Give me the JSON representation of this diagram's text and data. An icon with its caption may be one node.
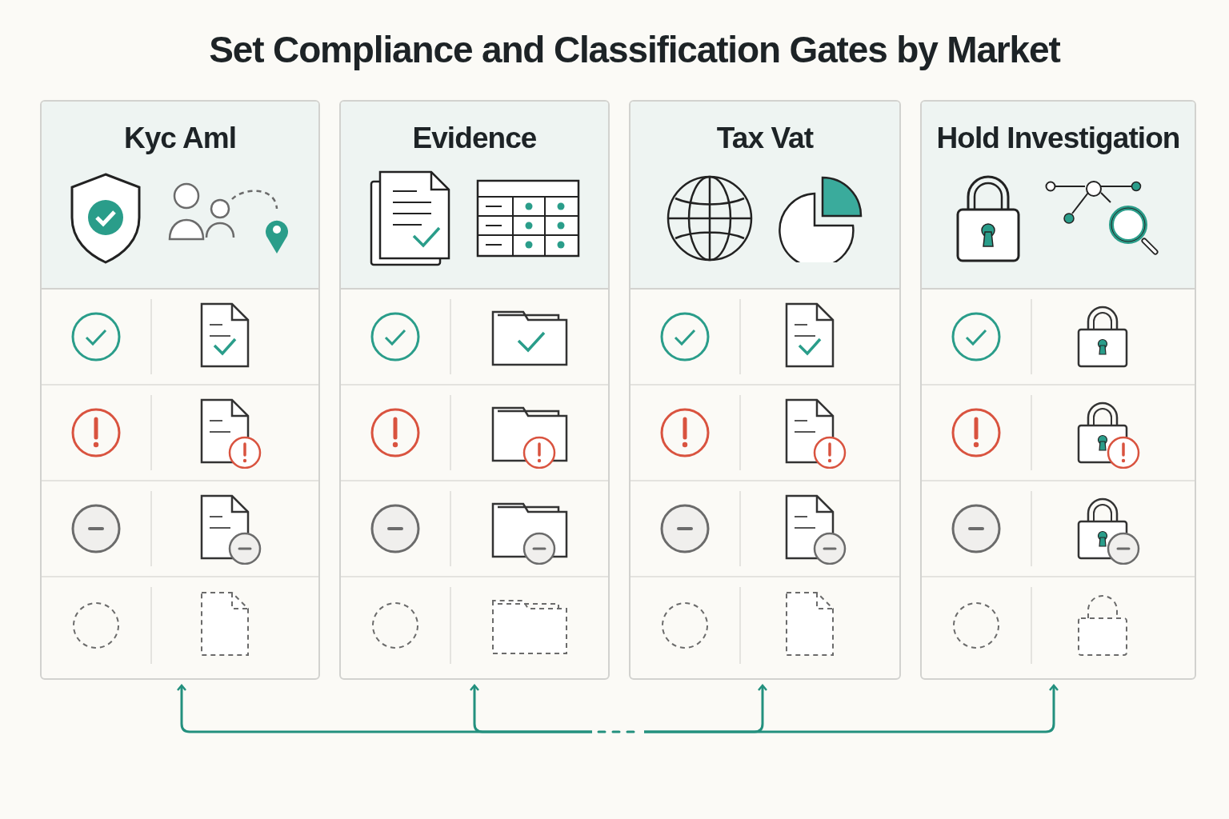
{
  "diagram": {
    "title": "Set Compliance and Classification Gates by Market",
    "nodes": [
      {
        "text": [
          "Kyc Aml"
        ]
      },
      {
        "text": [
          "Evidence"
        ]
      },
      {
        "text": [
          "Tax Vat"
        ]
      },
      {
        "text": [
          "Hold Investigation"
        ]
      }
    ],
    "edges": [
      {
        "from": null,
        "to": 0,
        "arrow": "to",
        "color": "#23907e"
      },
      {
        "from": null,
        "to": 1,
        "arrow": "to",
        "color": "#23907e"
      },
      {
        "from": null,
        "to": 2,
        "arrow": "to",
        "color": "#23907e"
      },
      {
        "from": null,
        "to": 3,
        "arrow": "to",
        "color": "#23907e"
      }
    ]
  }
}
